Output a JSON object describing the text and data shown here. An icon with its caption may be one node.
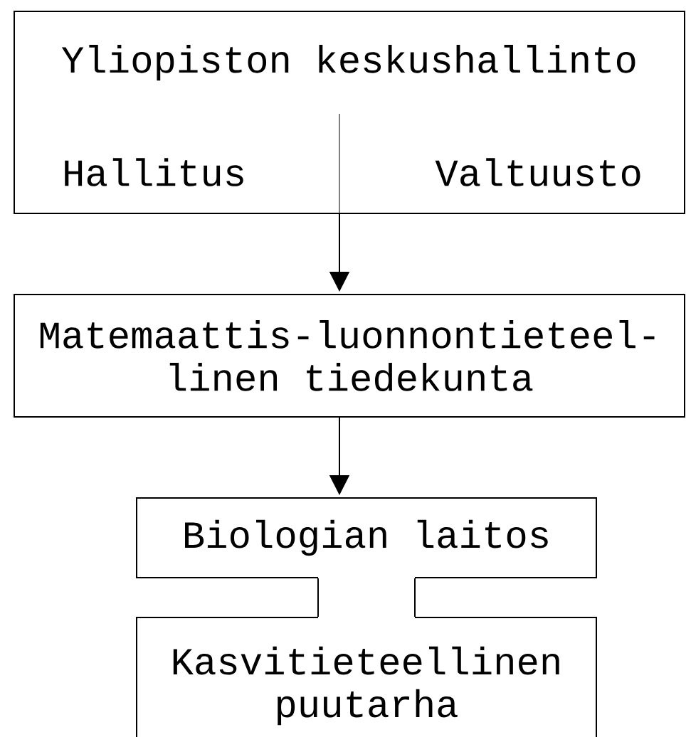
{
  "diagram": {
    "nodes": [
      {
        "text": [
          "Yliopiston keskushallinto",
          "Hallitus",
          "Valtuusto"
        ]
      },
      {
        "text": [
          "Matemaattis-luonnontieteel-linen tiedekunta"
        ]
      },
      {
        "text": [
          "Biologian laitos"
        ]
      },
      {
        "text": [
          "Kasvitieteellinen puutarha"
        ]
      }
    ],
    "edges": [
      {
        "from": 0,
        "to": 1,
        "arrow": "to"
      },
      {
        "from": 1,
        "to": 2,
        "arrow": "to"
      },
      {
        "from": 2,
        "to": 3,
        "arrow": "none"
      }
    ]
  }
}
